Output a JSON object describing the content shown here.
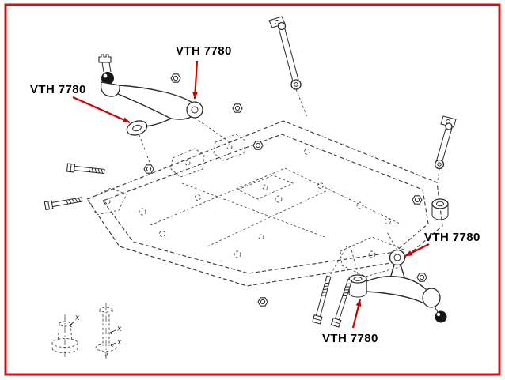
{
  "diagram": {
    "labels": [
      {
        "position": "left",
        "text": "VTH 7780"
      },
      {
        "position": "top",
        "text": "VTH 7780"
      },
      {
        "position": "right",
        "text": "VTH 7780"
      },
      {
        "position": "bottom",
        "text": "VTH 7780"
      }
    ],
    "inset": {
      "dim_label": "x"
    },
    "colors": {
      "border": "#e30613",
      "arrow": "#cc0000",
      "line_dark": "#2b2b2b",
      "line_dashed": "#3c3c3c",
      "background": "#ffffff"
    }
  }
}
